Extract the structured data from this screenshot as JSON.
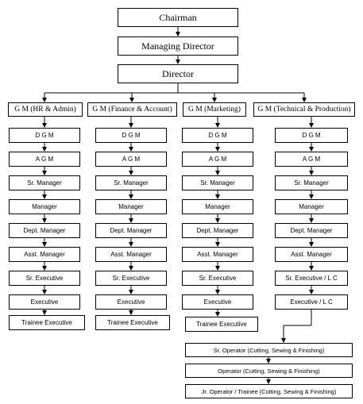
{
  "top": {
    "chairman": "Chairman",
    "managing_director": "Managing Director",
    "director": "Director"
  },
  "columns": [
    {
      "gm": "G M (HR & Admin)",
      "items": [
        "D G M",
        "A G M",
        "Sr. Manager",
        "Manager",
        "Dept. Manager",
        "Asst. Manager",
        "Sr. Executive",
        "Executive",
        "Trainee Executive"
      ]
    },
    {
      "gm": "G M (Finance & Account)",
      "items": [
        "D G M",
        "A G M",
        "Sr. Manager",
        "Manager",
        "Dept. Manager",
        "Asst. Manager",
        "Sr. Executive",
        "Executive",
        "Trainee Executive"
      ]
    },
    {
      "gm": "G M (Marketing)",
      "items": [
        "D G M",
        "A G M",
        "Sr. Manager",
        "Manager",
        "Dept. Manager",
        "Asst. Manager",
        "Sr. Executive",
        "Executive",
        "Trainee Executive"
      ]
    },
    {
      "gm": "G M (Technical & Production)",
      "items": [
        "D G M",
        "A G M",
        "Sr. Manager",
        "Manager",
        "Dept. Manager",
        "Asst. Manager",
        "Sr. Executive / L C",
        "Executive / L C"
      ]
    }
  ],
  "operators": [
    "Sr. Operator (Cutting, Sewing & Finishing)",
    "Operator (Cutting, Sewing & Finishing)",
    "Jr. Operator / Trainee (Cutting, Sewing & Finishing)"
  ]
}
